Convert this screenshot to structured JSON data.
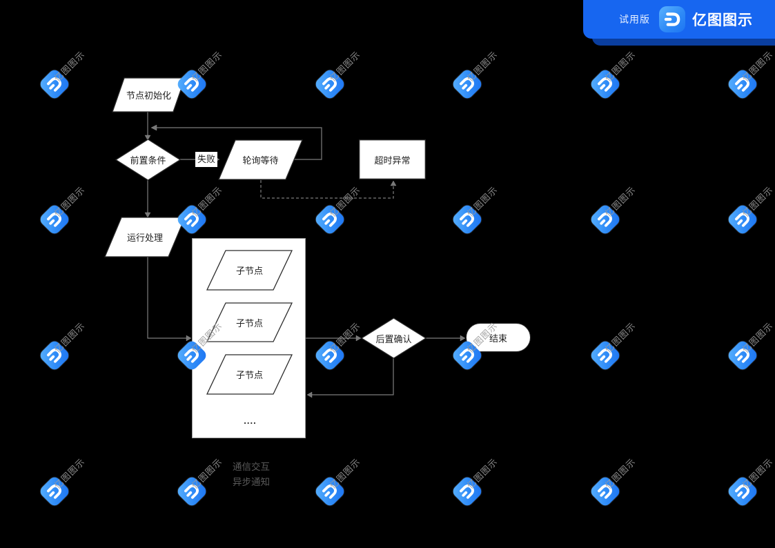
{
  "banner": {
    "trial_label": "试用版",
    "app_name": "亿图图示",
    "color": "#1766f0",
    "shadow_color": "#0a3e9f"
  },
  "watermark": {
    "text": "亿图图示"
  },
  "flowchart": {
    "nodes": {
      "init": {
        "label": "节点初始化",
        "shape": "parallelogram"
      },
      "precondition": {
        "label": "前置条件",
        "shape": "diamond"
      },
      "polling": {
        "label": "轮询等待",
        "shape": "parallelogram"
      },
      "timeout": {
        "label": "超时异常",
        "shape": "rectangle"
      },
      "run": {
        "label": "运行处理",
        "shape": "parallelogram"
      },
      "child_1": {
        "label": "子节点",
        "shape": "parallelogram"
      },
      "child_2": {
        "label": "子节点",
        "shape": "parallelogram"
      },
      "child_3": {
        "label": "子节点",
        "shape": "parallelogram"
      },
      "ellipsis": {
        "label": "...."
      },
      "post_confirm": {
        "label": "后置确认",
        "shape": "diamond"
      },
      "end": {
        "label": "结束",
        "shape": "terminator"
      }
    },
    "edge_labels": {
      "fail": "失败"
    },
    "legend": {
      "line1": "通信交互",
      "line2": "异步通知"
    }
  },
  "colors": {
    "background": "#000000",
    "shape_fill": "#ffffff",
    "shape_border": "#2b2b2b",
    "connector": "#7e7e7e",
    "watermark_text": "#9a9a9a"
  }
}
